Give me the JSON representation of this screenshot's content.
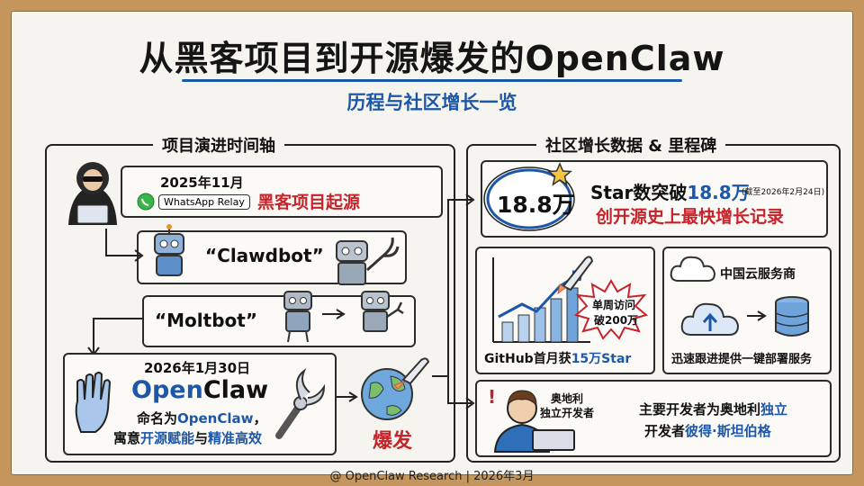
{
  "header": {
    "title": "从黑客项目到开源爆发的OpenClaw",
    "subtitle": "历程与社区增长一览"
  },
  "timeline": {
    "heading": "项目演进时间轴",
    "origin": {
      "date": "2025年11月",
      "tag": "WhatsApp Relay",
      "label": "黑客项目起源"
    },
    "clawdbot": {
      "name": "“Clawdbot”"
    },
    "moltbot": {
      "name": "“Moltbot”"
    },
    "openclaw": {
      "date": "2026年1月30日",
      "name_part1": "Open",
      "name_part2": "Claw",
      "line1_prefix": "命名为",
      "line1_highlight": "OpenClaw",
      "line1_suffix": "，",
      "line2_prefix": "寓意",
      "line2_highlight1": "开源赋能",
      "line2_mid": "与",
      "line2_highlight2": "精准高效"
    },
    "burst_label": "爆发"
  },
  "community": {
    "heading": "社区增长数据 & 里程碑",
    "stars": {
      "badge": "18.8万",
      "headline_prefix": "Star数突破",
      "headline_value": "18.8万",
      "note": "(截至2026年2月24日)",
      "record": "创开源史上最快增长记录"
    },
    "github": {
      "burst_line1": "单周访问",
      "burst_line2": "破200万",
      "caption_prefix": "GitHub首月获",
      "caption_value": "15万Star"
    },
    "cloud": {
      "title": "中国云服务商",
      "caption": "迅速跟进提供一键部署服务"
    },
    "developer": {
      "tag_line1": "奥地利",
      "tag_line2": "独立开发者",
      "line1_prefix": "主要开发者为奥地利",
      "line1_highlight": "独立",
      "line2_prefix": "开发者",
      "line2_highlight": "彼得·斯坦伯格"
    }
  },
  "footer": {
    "credit": "@ OpenClaw Research | 2026年3月"
  },
  "colors": {
    "accent_blue": "#1d57a8",
    "accent_red": "#c8222a",
    "board": "#f6f4ef",
    "frame": "#c4955c"
  }
}
